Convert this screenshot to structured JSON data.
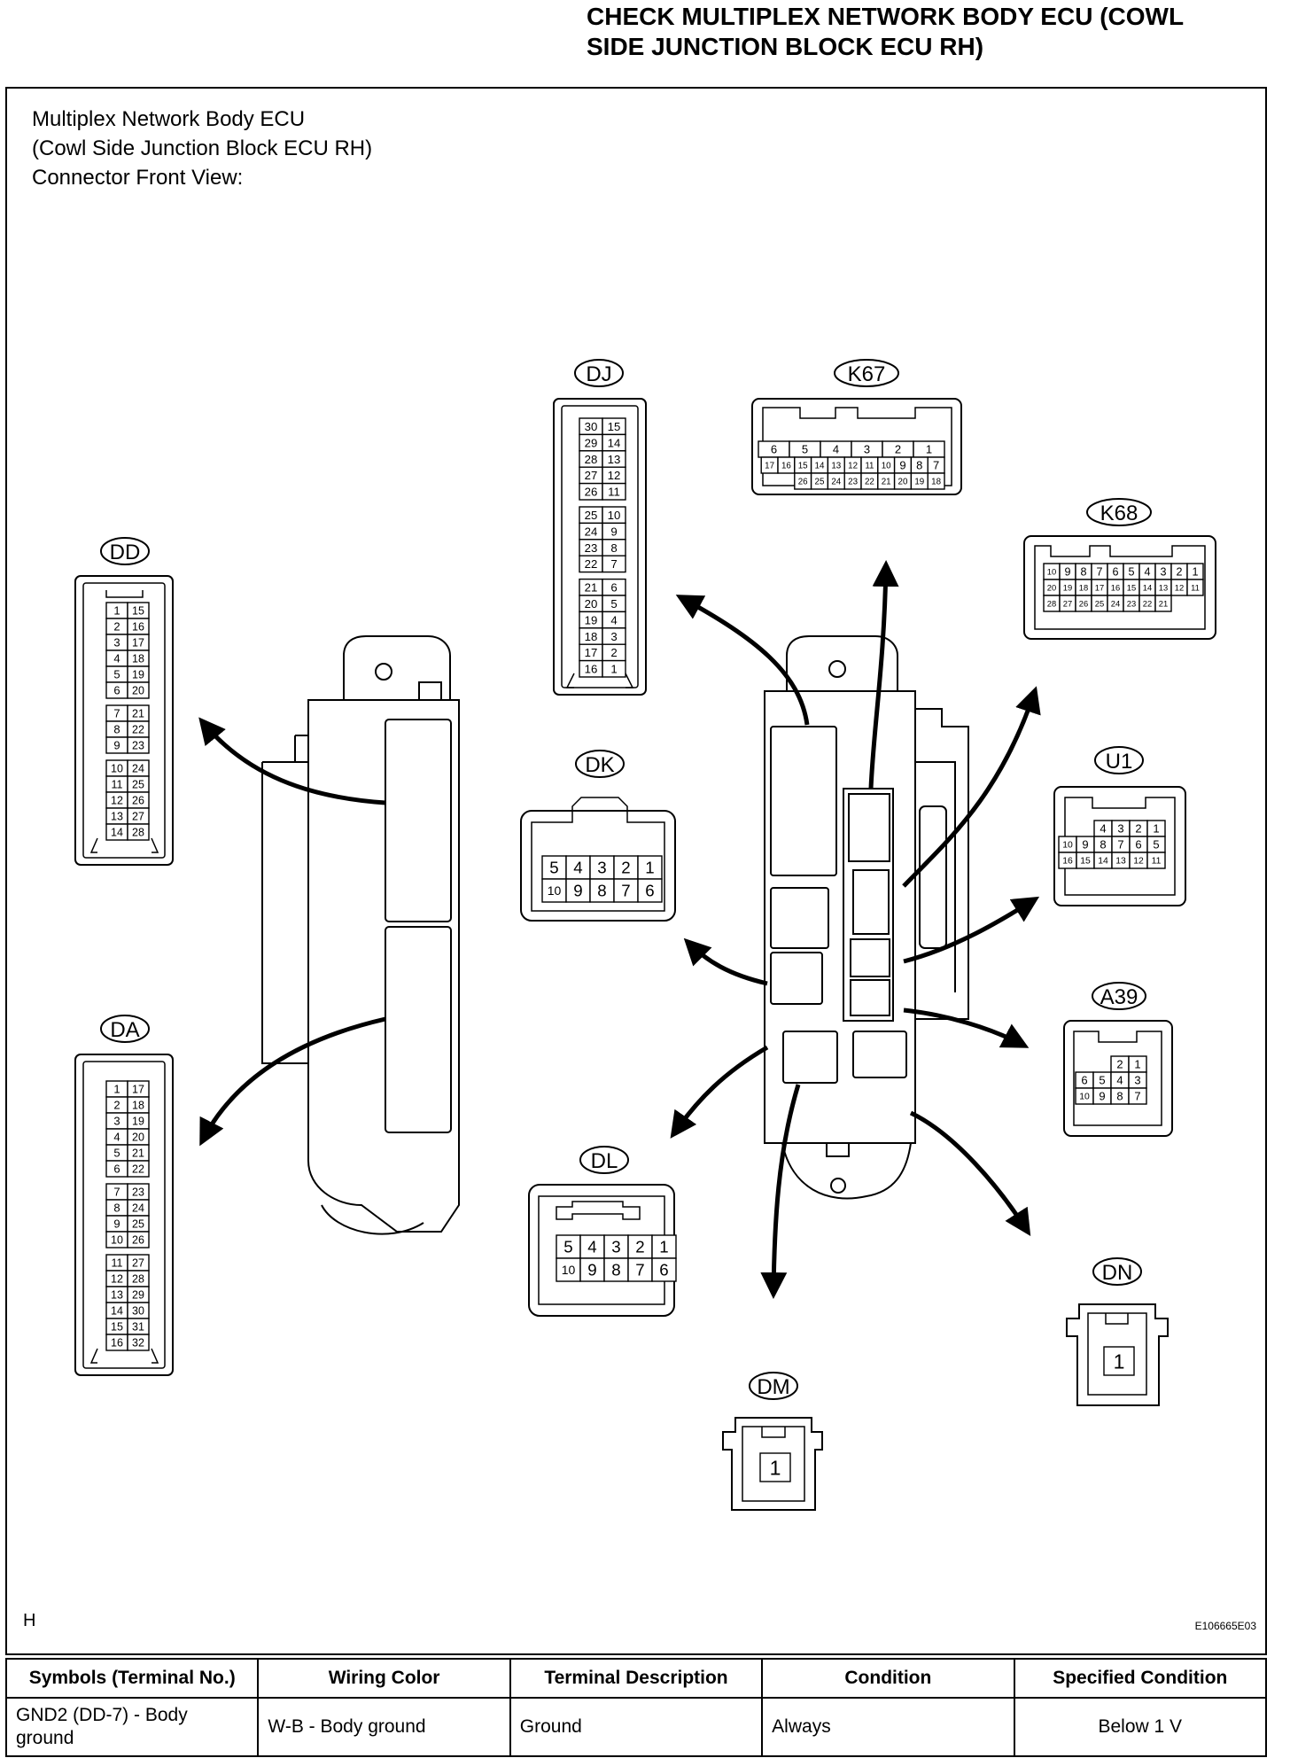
{
  "heading": {
    "line1": "CHECK MULTIPLEX NETWORK BODY ECU (COWL",
    "line2": "SIDE JUNCTION BLOCK ECU RH)"
  },
  "diagram": {
    "intro": {
      "line1": "Multiplex Network Body ECU",
      "line2": "(Cowl Side Junction Block ECU RH)",
      "line3": "Connector Front View:"
    },
    "connectors": {
      "DD": {
        "label": "DD",
        "rows": [
          [
            "1",
            "15"
          ],
          [
            "2",
            "16"
          ],
          [
            "3",
            "17"
          ],
          [
            "4",
            "18"
          ],
          [
            "5",
            "19"
          ],
          [
            "6",
            "20"
          ],
          [
            "7",
            "21"
          ],
          [
            "8",
            "22"
          ],
          [
            "9",
            "23"
          ],
          [
            "10",
            "24"
          ],
          [
            "11",
            "25"
          ],
          [
            "12",
            "26"
          ],
          [
            "13",
            "27"
          ],
          [
            "14",
            "28"
          ]
        ]
      },
      "DA": {
        "label": "DA",
        "rows": [
          [
            "1",
            "17"
          ],
          [
            "2",
            "18"
          ],
          [
            "3",
            "19"
          ],
          [
            "4",
            "20"
          ],
          [
            "5",
            "21"
          ],
          [
            "6",
            "22"
          ],
          [
            "7",
            "23"
          ],
          [
            "8",
            "24"
          ],
          [
            "9",
            "25"
          ],
          [
            "10",
            "26"
          ],
          [
            "11",
            "27"
          ],
          [
            "12",
            "28"
          ],
          [
            "13",
            "29"
          ],
          [
            "14",
            "30"
          ],
          [
            "15",
            "31"
          ],
          [
            "16",
            "32"
          ]
        ]
      },
      "DJ": {
        "label": "DJ",
        "rows": [
          [
            "30",
            "15"
          ],
          [
            "29",
            "14"
          ],
          [
            "28",
            "13"
          ],
          [
            "27",
            "12"
          ],
          [
            "26",
            "11"
          ],
          [
            "25",
            "10"
          ],
          [
            "24",
            "9"
          ],
          [
            "23",
            "8"
          ],
          [
            "22",
            "7"
          ],
          [
            "21",
            "6"
          ],
          [
            "20",
            "5"
          ],
          [
            "19",
            "4"
          ],
          [
            "18",
            "3"
          ],
          [
            "17",
            "2"
          ],
          [
            "16",
            "1"
          ]
        ]
      },
      "DK": {
        "label": "DK",
        "rows": [
          [
            "5",
            "4",
            "3",
            "2",
            "1"
          ],
          [
            "10",
            "9",
            "8",
            "7",
            "6"
          ]
        ]
      },
      "DL": {
        "label": "DL",
        "rows": [
          [
            "5",
            "4",
            "3",
            "2",
            "1"
          ],
          [
            "10",
            "9",
            "8",
            "7",
            "6"
          ]
        ]
      },
      "K67": {
        "label": "K67",
        "rows": [
          [
            "6",
            "5",
            "4",
            "3",
            "2",
            "1"
          ],
          [
            "17",
            "16",
            "15",
            "14",
            "13",
            "12",
            "11",
            "10",
            "9",
            "8",
            "7"
          ],
          [
            "26",
            "25",
            "24",
            "23",
            "22",
            "21",
            "20",
            "19",
            "18"
          ]
        ]
      },
      "K68": {
        "label": "K68",
        "rows": [
          [
            "10",
            "9",
            "8",
            "7",
            "6",
            "5",
            "4",
            "3",
            "2",
            "1"
          ],
          [
            "20",
            "19",
            "18",
            "17",
            "16",
            "15",
            "14",
            "13",
            "12",
            "11"
          ],
          [
            "28",
            "27",
            "26",
            "25",
            "24",
            "23",
            "22",
            "21"
          ]
        ]
      },
      "U1": {
        "label": "U1",
        "rows": [
          [
            "4",
            "3",
            "2",
            "1"
          ],
          [
            "10",
            "9",
            "8",
            "7",
            "6",
            "5"
          ],
          [
            "16",
            "15",
            "14",
            "13",
            "12",
            "11"
          ]
        ]
      },
      "A39": {
        "label": "A39",
        "rows": [
          [
            "2",
            "1"
          ],
          [
            "6",
            "5",
            "4",
            "3"
          ],
          [
            "10",
            "9",
            "8",
            "7"
          ]
        ]
      },
      "DN": {
        "label": "DN",
        "rows": [
          [
            "1"
          ]
        ]
      },
      "DM": {
        "label": "DM",
        "rows": [
          [
            "1"
          ]
        ]
      }
    },
    "footer_letter": "H",
    "figure_code": "E106665E03"
  },
  "table": {
    "headers": [
      "Symbols (Terminal No.)",
      "Wiring Color",
      "Terminal Description",
      "Condition",
      "Specified Condition"
    ],
    "rows": [
      [
        "GND2 (DD-7) - Body ground",
        "W-B - Body ground",
        "Ground",
        "Always",
        "Below 1 V"
      ]
    ]
  }
}
